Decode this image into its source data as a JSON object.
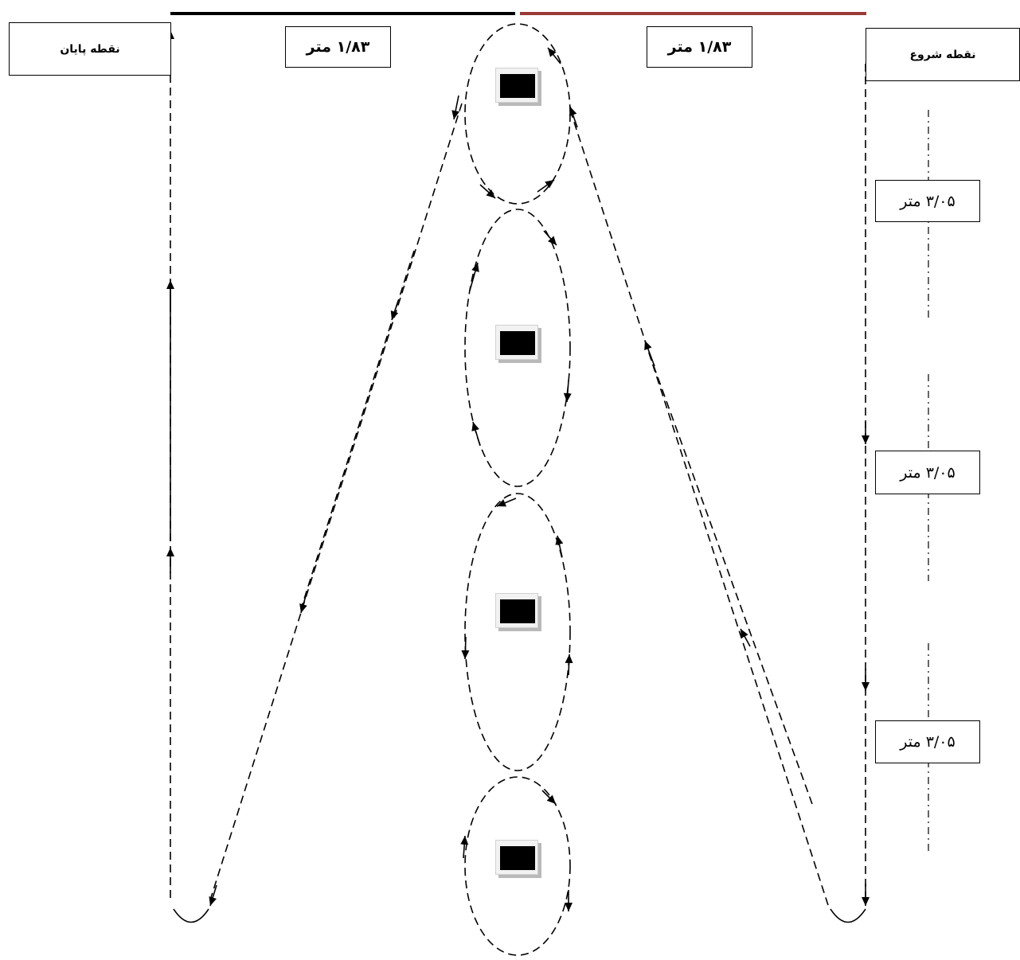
{
  "labels": {
    "end_point": "نقطه پایان",
    "start_point": "نقطه شروع",
    "width_left": "۱/۸۳ متر",
    "width_right": "۱/۸۳ متر",
    "segment_1": "۳/۰۵ متر",
    "segment_2": "۳/۰۵ متر",
    "segment_3": "۳/۰۵ متر"
  },
  "colors": {
    "top_bar_left": "#000000",
    "top_bar_right": "#9b3a36",
    "lines": "#000000",
    "cone": "#000000"
  },
  "obstacles": {
    "count": 4,
    "icon": "square-cone-icon"
  },
  "markers": {
    "count": 2,
    "icon": "start-end-cup-icon"
  }
}
